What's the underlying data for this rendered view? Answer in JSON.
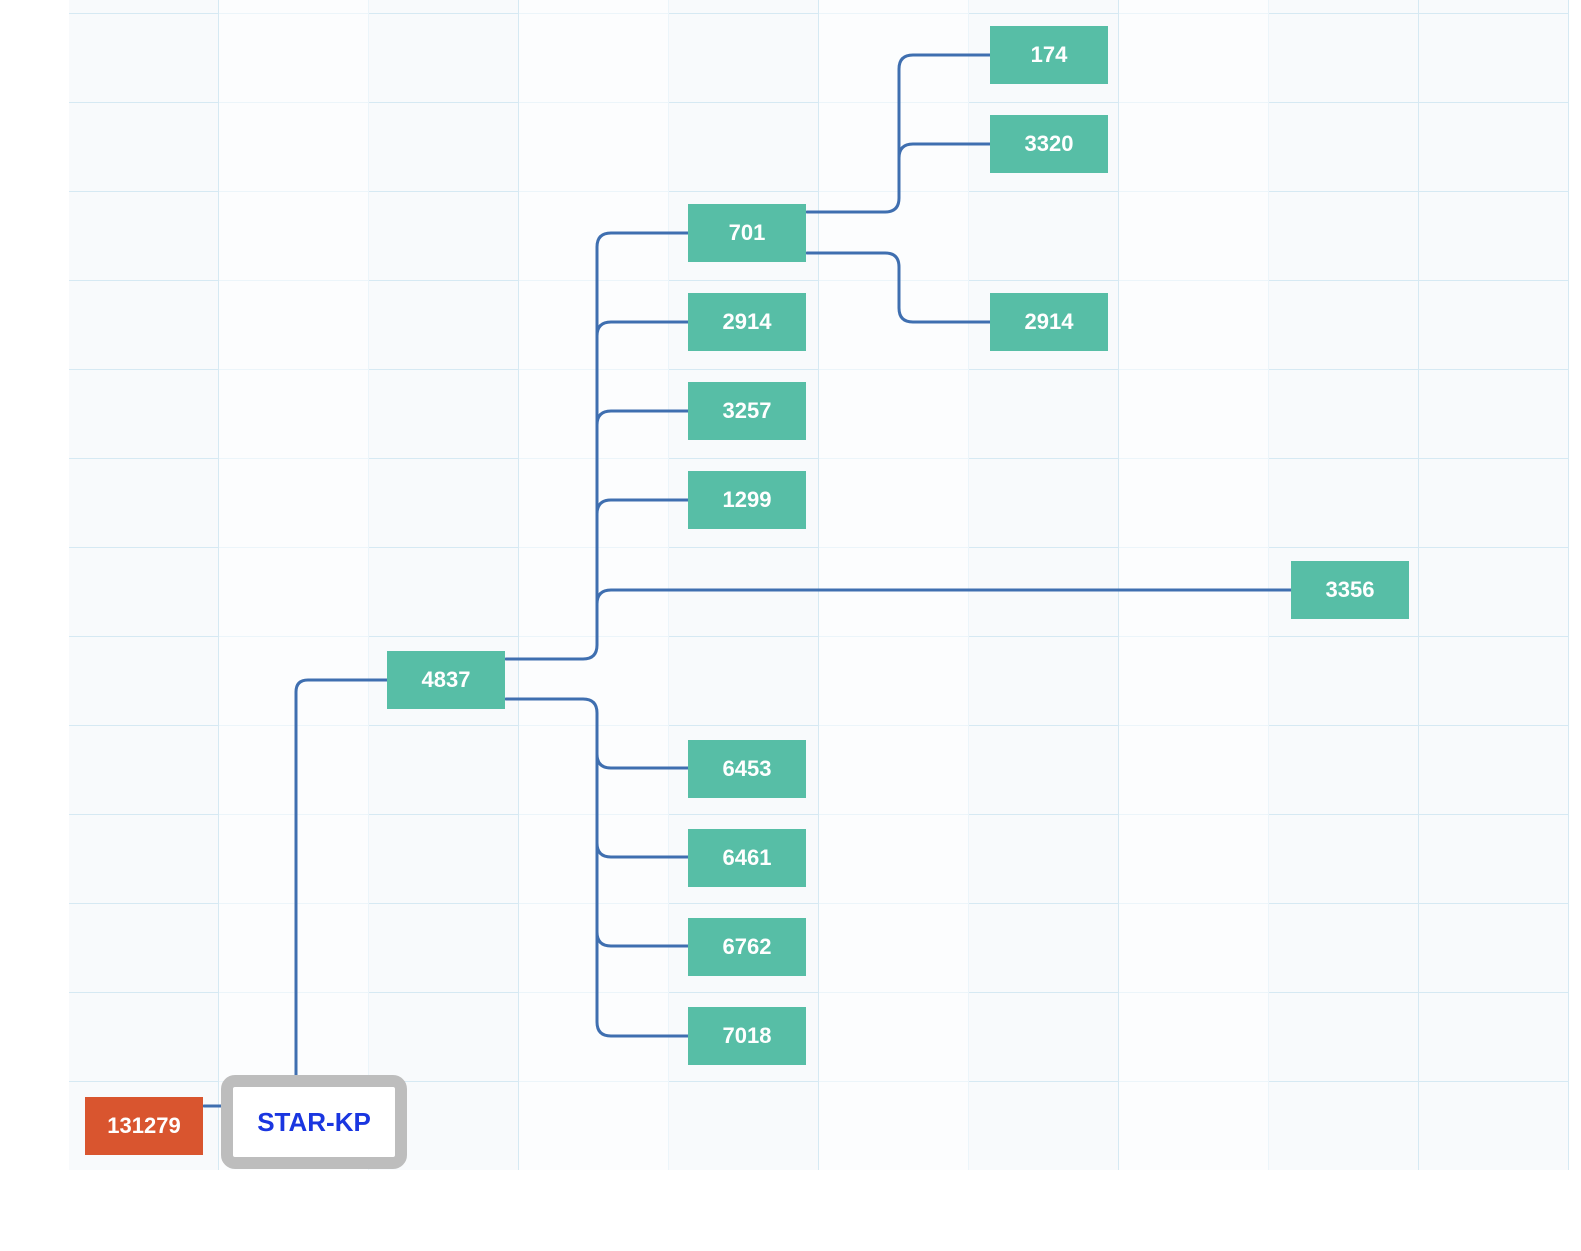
{
  "colors": {
    "node_fill": "#57bea6",
    "root_fill": "#d9552f",
    "connector": "#3f6fb0",
    "focus_text": "#1a36e0",
    "focus_border": "#bdbdbd"
  },
  "root": {
    "label": "131279"
  },
  "focus": {
    "label": "STAR-KP"
  },
  "nodes": {
    "n4837": "4837",
    "n701": "701",
    "n2914a": "2914",
    "n3257": "3257",
    "n1299": "1299",
    "n3356": "3356",
    "n6453": "6453",
    "n6461": "6461",
    "n6762": "6762",
    "n7018": "7018",
    "n174": "174",
    "n3320": "3320",
    "n2914b": "2914"
  }
}
